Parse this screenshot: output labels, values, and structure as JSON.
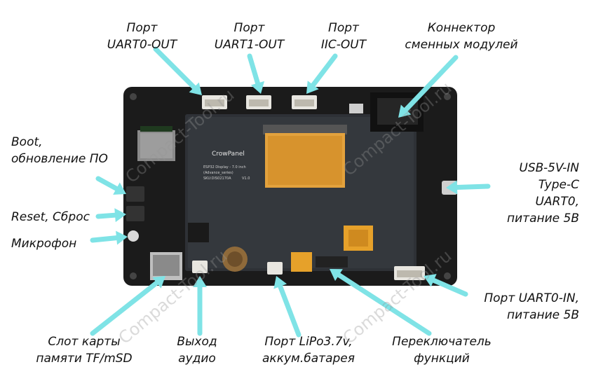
{
  "labels": {
    "uart0_out": [
      "Порт",
      "UART0-OUT"
    ],
    "uart1_out": [
      "Порт",
      "UART1-OUT"
    ],
    "iic_out": [
      "Порт",
      "IIC-OUT"
    ],
    "module_connector": [
      "Коннектор",
      "сменных модулей"
    ],
    "boot": [
      "Boot,",
      "обновление ПО"
    ],
    "reset": [
      "Reset, Сброс"
    ],
    "microphone": [
      "Микрофон"
    ],
    "usb_in": [
      "USB-5V-IN",
      "Type-C",
      "UART0,",
      "питание 5В"
    ],
    "uart0_in": [
      "Порт UART0-IN,",
      "питание 5В"
    ],
    "sd_slot": [
      "Слот карты",
      "памяти TF/mSD"
    ],
    "audio_out": [
      "Выход",
      "аудио"
    ],
    "lipo": [
      "Порт LiPo3.7v,",
      "аккум.батарея"
    ],
    "func_switch": [
      "Переключатель",
      "функций"
    ]
  },
  "board": {
    "brand": "CrowPanel",
    "model": "ESP32 Display - 7.0 inch",
    "series": "(Advance_series)",
    "sku": "SKU:DIS02170A",
    "version": "V1.0"
  },
  "watermark": "Compact-Tool.ru",
  "colors": {
    "arrow": "#7fe3e6",
    "board": "#1b1b1b",
    "panel": "#2e3136",
    "fpc": "#e3a23d"
  }
}
